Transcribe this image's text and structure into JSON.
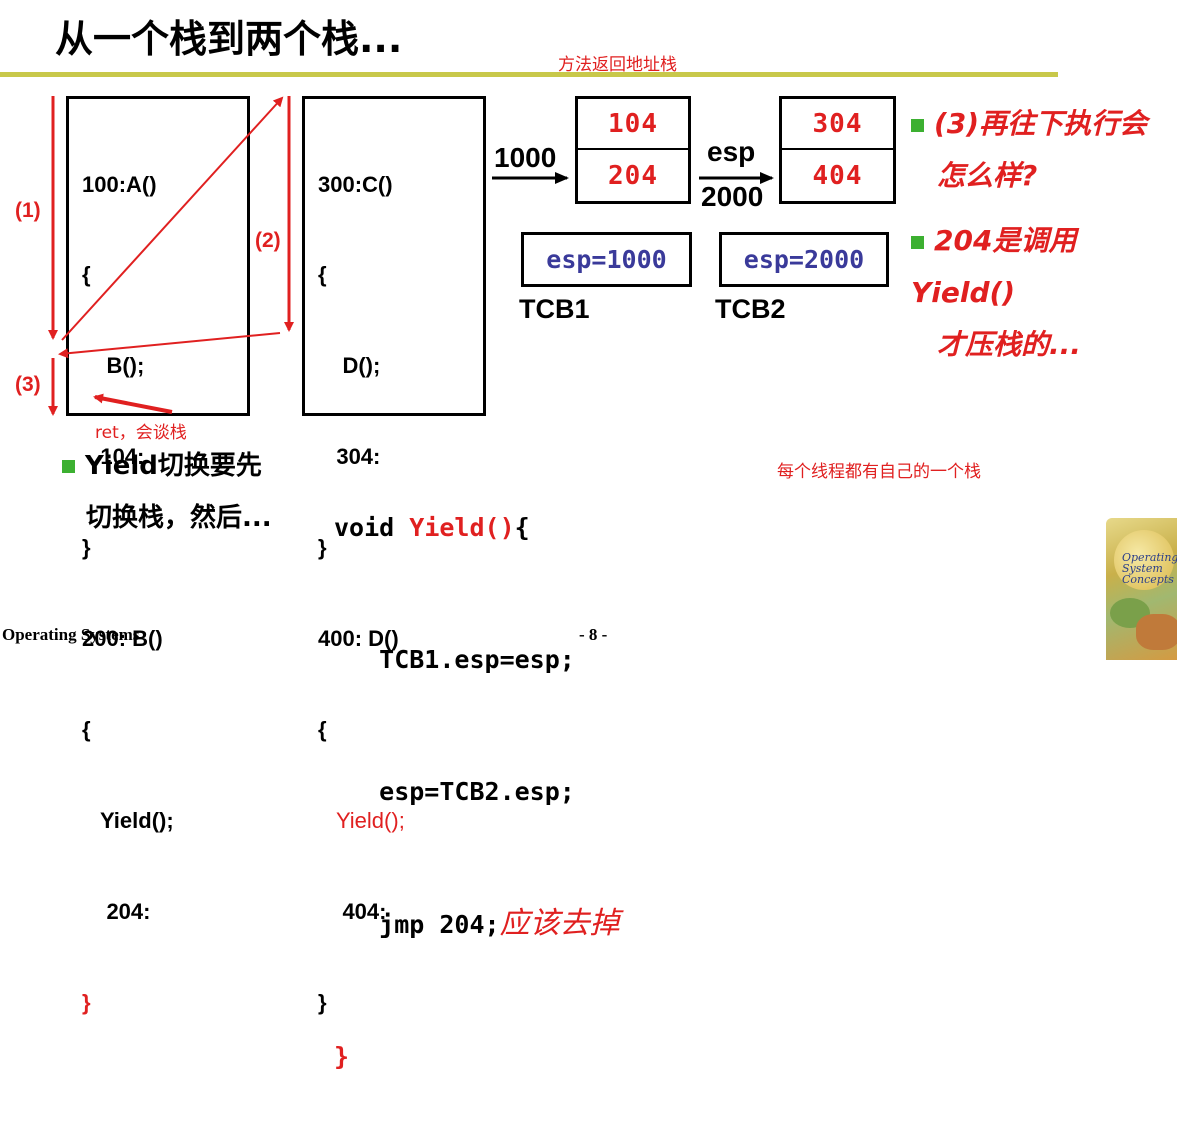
{
  "slide": {
    "title": "从一个栈到两个栈...",
    "top_note": "方法返回地址栈",
    "stack1": {
      "lines": [
        "100:A()",
        "{",
        "    B();",
        "   104:",
        "}",
        "200: B()",
        "{",
        "   Yield();",
        "    204:",
        "}"
      ]
    },
    "stack2": {
      "lines": [
        "300:C()",
        "{",
        "    D();",
        "   304:",
        "}",
        "400: D()",
        "{"
      ],
      "yield": "   Yield();",
      "after": [
        "    404:",
        "}"
      ]
    },
    "labels": {
      "l1": "(1)",
      "l2": "(2)",
      "l3": "(3)"
    },
    "ret_note": "ret，会谈栈",
    "stack_a": {
      "top": "104",
      "bottom": "204",
      "addr": "1000"
    },
    "stack_b": {
      "top": "304",
      "bottom": "404",
      "esp": "esp",
      "addr": "2000"
    },
    "tcb1": {
      "value": "esp=1000",
      "label": "TCB1"
    },
    "tcb2": {
      "value": "esp=2000",
      "label": "TCB2"
    },
    "right_notes": {
      "q3_line1": "(3)再往下执行会",
      "q3_line2": "怎么样?",
      "yield_line1": "204是调用Yield()",
      "yield_line2": "才压栈的..."
    },
    "left_note": {
      "line1": "Yield切换要先",
      "line2": "切换栈，然后..."
    },
    "code": {
      "l1_pre": "void ",
      "l1_fn": "Yield()",
      "l1_post": "{",
      "l2": "   TCB1.esp=esp;",
      "l3": "   esp=TCB2.esp;",
      "l4": "   jmp 204;",
      "l4_note": "应该去掉",
      "l5": "}"
    },
    "thread_note": "每个线程都有自己的一个栈",
    "footer_left": "Operating Systems",
    "footer_page": "- 8 -",
    "book_cover_text": "Operating System Concepts",
    "colors": {
      "accent_red": "#e02020",
      "rule": "#c8c84a",
      "bullet": "#3cb031",
      "tcb_text": "#3a3a9a"
    }
  }
}
